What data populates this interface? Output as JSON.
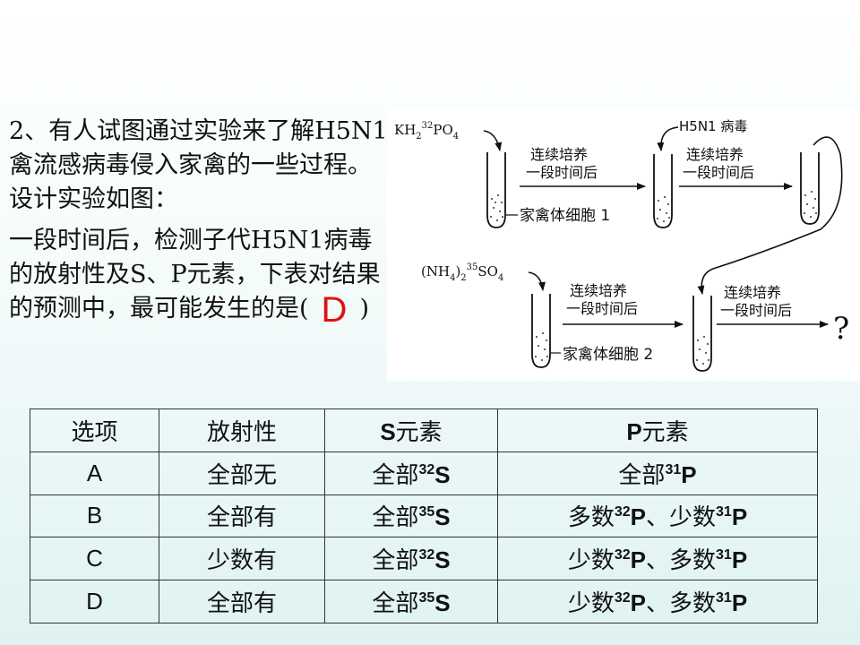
{
  "question": {
    "line1": "2、有人试图通过实验来了解H5N1禽流感病毒侵入家禽的一些过程。设计实验如图：",
    "line2": "一段时间后，检测子代H5N1病毒的放射性及S、P元素，下表对结果的预测中，最可能发生的是(",
    "answer": "D",
    "close": ")"
  },
  "diagram": {
    "reagent1": "KH",
    "reagent1_sub": "2",
    "reagent1_sup": "32",
    "reagent1_tail": "PO",
    "reagent1_sub2": "4",
    "virus": "H5N1 病毒",
    "culture_a1": "连续培养",
    "culture_a2": "一段时间后",
    "culture_b1": "连续培养",
    "culture_b2": "一段时间后",
    "cells1": "家禽体细胞 1",
    "reagent2": "(NH",
    "reagent2_sub": "4",
    "reagent2_mid": ")",
    "reagent2_sub2": "2",
    "reagent2_sup": "35",
    "reagent2_tail": "SO",
    "reagent2_sub3": "4",
    "culture_c1": "连续培养",
    "culture_c2": "一段时间后",
    "culture_d1": "连续培养",
    "culture_d2": "一段时间后",
    "cells2": "家禽体细胞 2",
    "question_mark": "?"
  },
  "table": {
    "headers": {
      "option": "选项",
      "radio": "放射性",
      "s_letter": "S",
      "s_suffix": "元素",
      "p_letter": "P",
      "p_suffix": "元素"
    },
    "rows": [
      {
        "option": "A",
        "radio": "全部无",
        "s_pre": "全部",
        "s_sup": "32",
        "s_el": "S",
        "p_pre": "全部",
        "p_sup": "31",
        "p_el": "P",
        "p_mid": "",
        "p_sup2": "",
        "p_el2": ""
      },
      {
        "option": "B",
        "radio": "全部有",
        "s_pre": "全部",
        "s_sup": "35",
        "s_el": "S",
        "p_pre": "多数",
        "p_sup": "32",
        "p_el": "P",
        "p_mid": "、少数",
        "p_sup2": "31",
        "p_el2": "P"
      },
      {
        "option": "C",
        "radio": "少数有",
        "s_pre": "全部",
        "s_sup": "32",
        "s_el": "S",
        "p_pre": "少数",
        "p_sup": "32",
        "p_el": "P",
        "p_mid": "、多数",
        "p_sup2": "31",
        "p_el2": "P"
      },
      {
        "option": "D",
        "radio": "全部有",
        "s_pre": "全部",
        "s_sup": "35",
        "s_el": "S",
        "p_pre": "少数",
        "p_sup": "32",
        "p_el": "P",
        "p_mid": "、多数",
        "p_sup2": "31",
        "p_el2": "P"
      }
    ]
  }
}
